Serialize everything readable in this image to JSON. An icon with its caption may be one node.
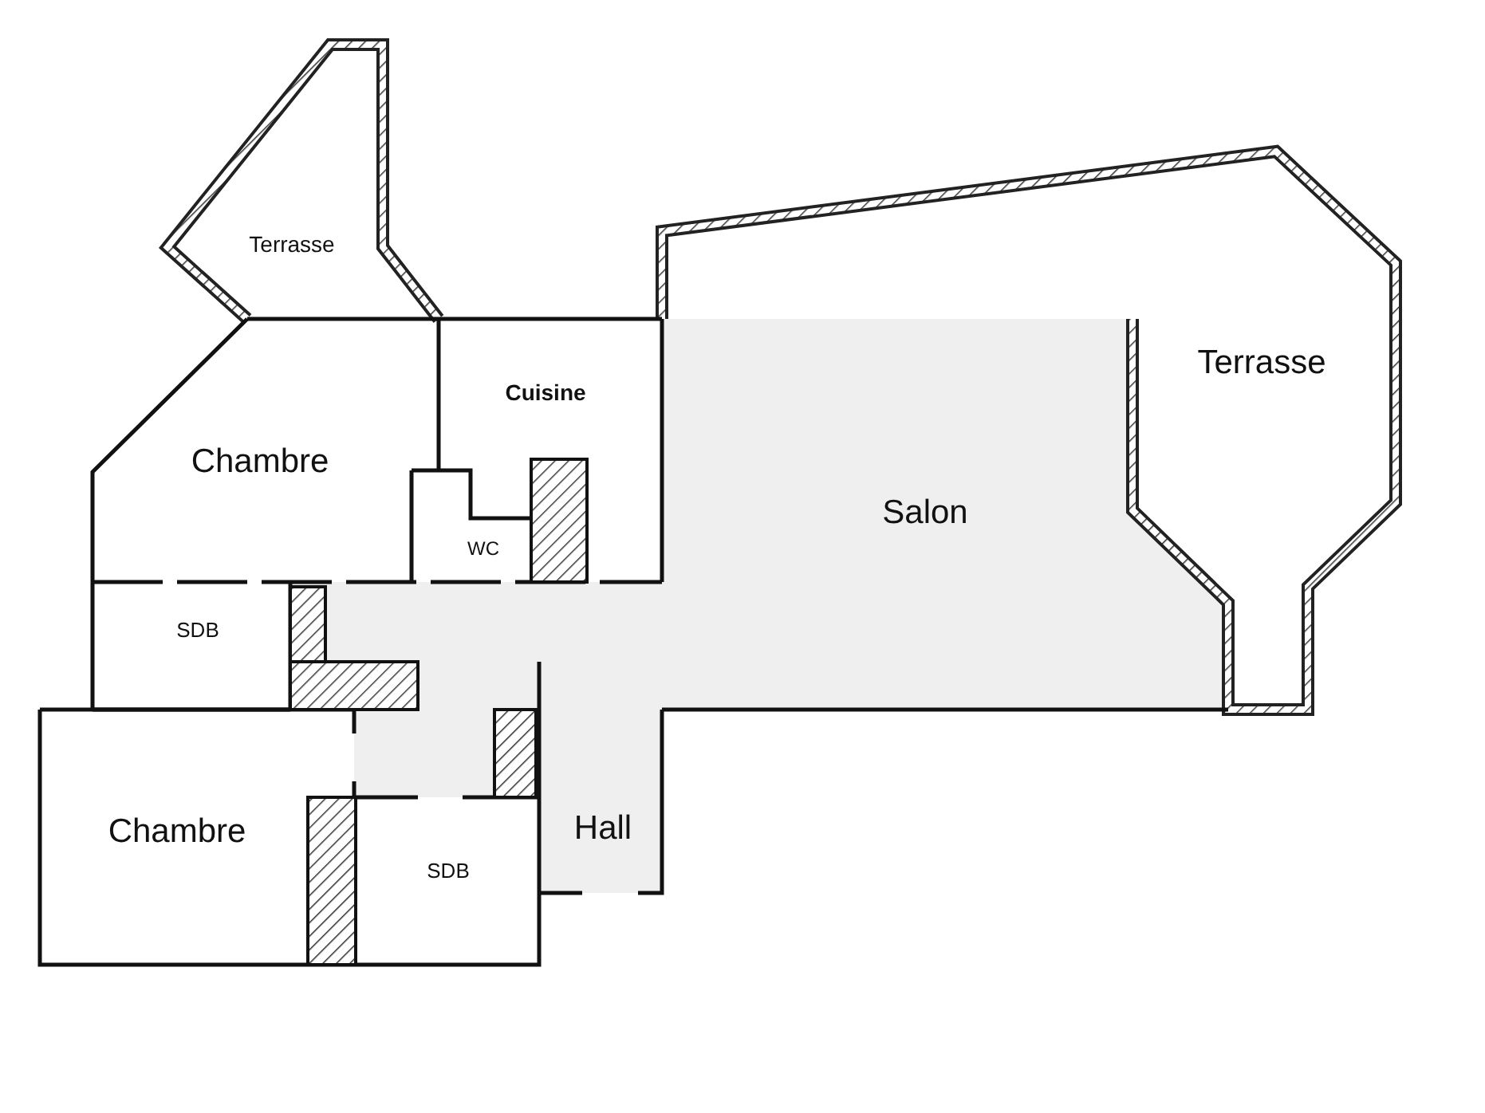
{
  "diagram": {
    "nodes": [
      {
        "text": [
          "Terrasse"
        ]
      },
      {
        "text": [
          "Terrasse"
        ]
      },
      {
        "text": [
          "Cuisine"
        ]
      },
      {
        "text": [
          "Chambre"
        ]
      },
      {
        "text": [
          "Salon"
        ]
      },
      {
        "text": [
          "WC"
        ]
      },
      {
        "text": [
          "SDB"
        ]
      },
      {
        "text": [
          "Chambre"
        ]
      },
      {
        "text": [
          "Hall"
        ]
      },
      {
        "text": [
          "SDB"
        ]
      }
    ]
  }
}
